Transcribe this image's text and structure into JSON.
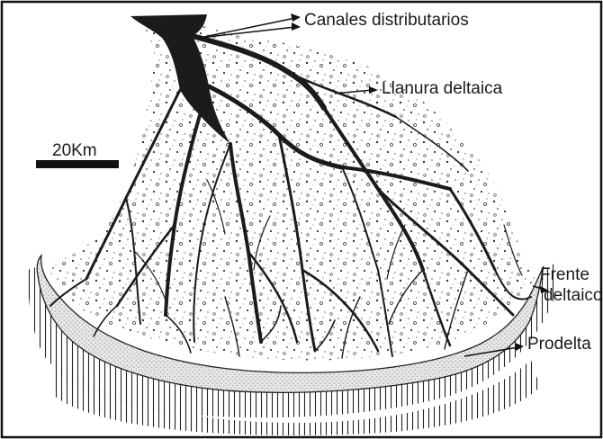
{
  "labels": {
    "canales": "Canales distributarios",
    "llanura": "Llanura deltaica",
    "frente_line1": "Frente",
    "frente_line2": "deltaico",
    "prodelta": "Prodelta"
  },
  "scale": {
    "label": "20Km"
  },
  "colors": {
    "ink": "#1c1a1a",
    "frente_fill": "#e2e2e2",
    "background": "#ffffff"
  }
}
